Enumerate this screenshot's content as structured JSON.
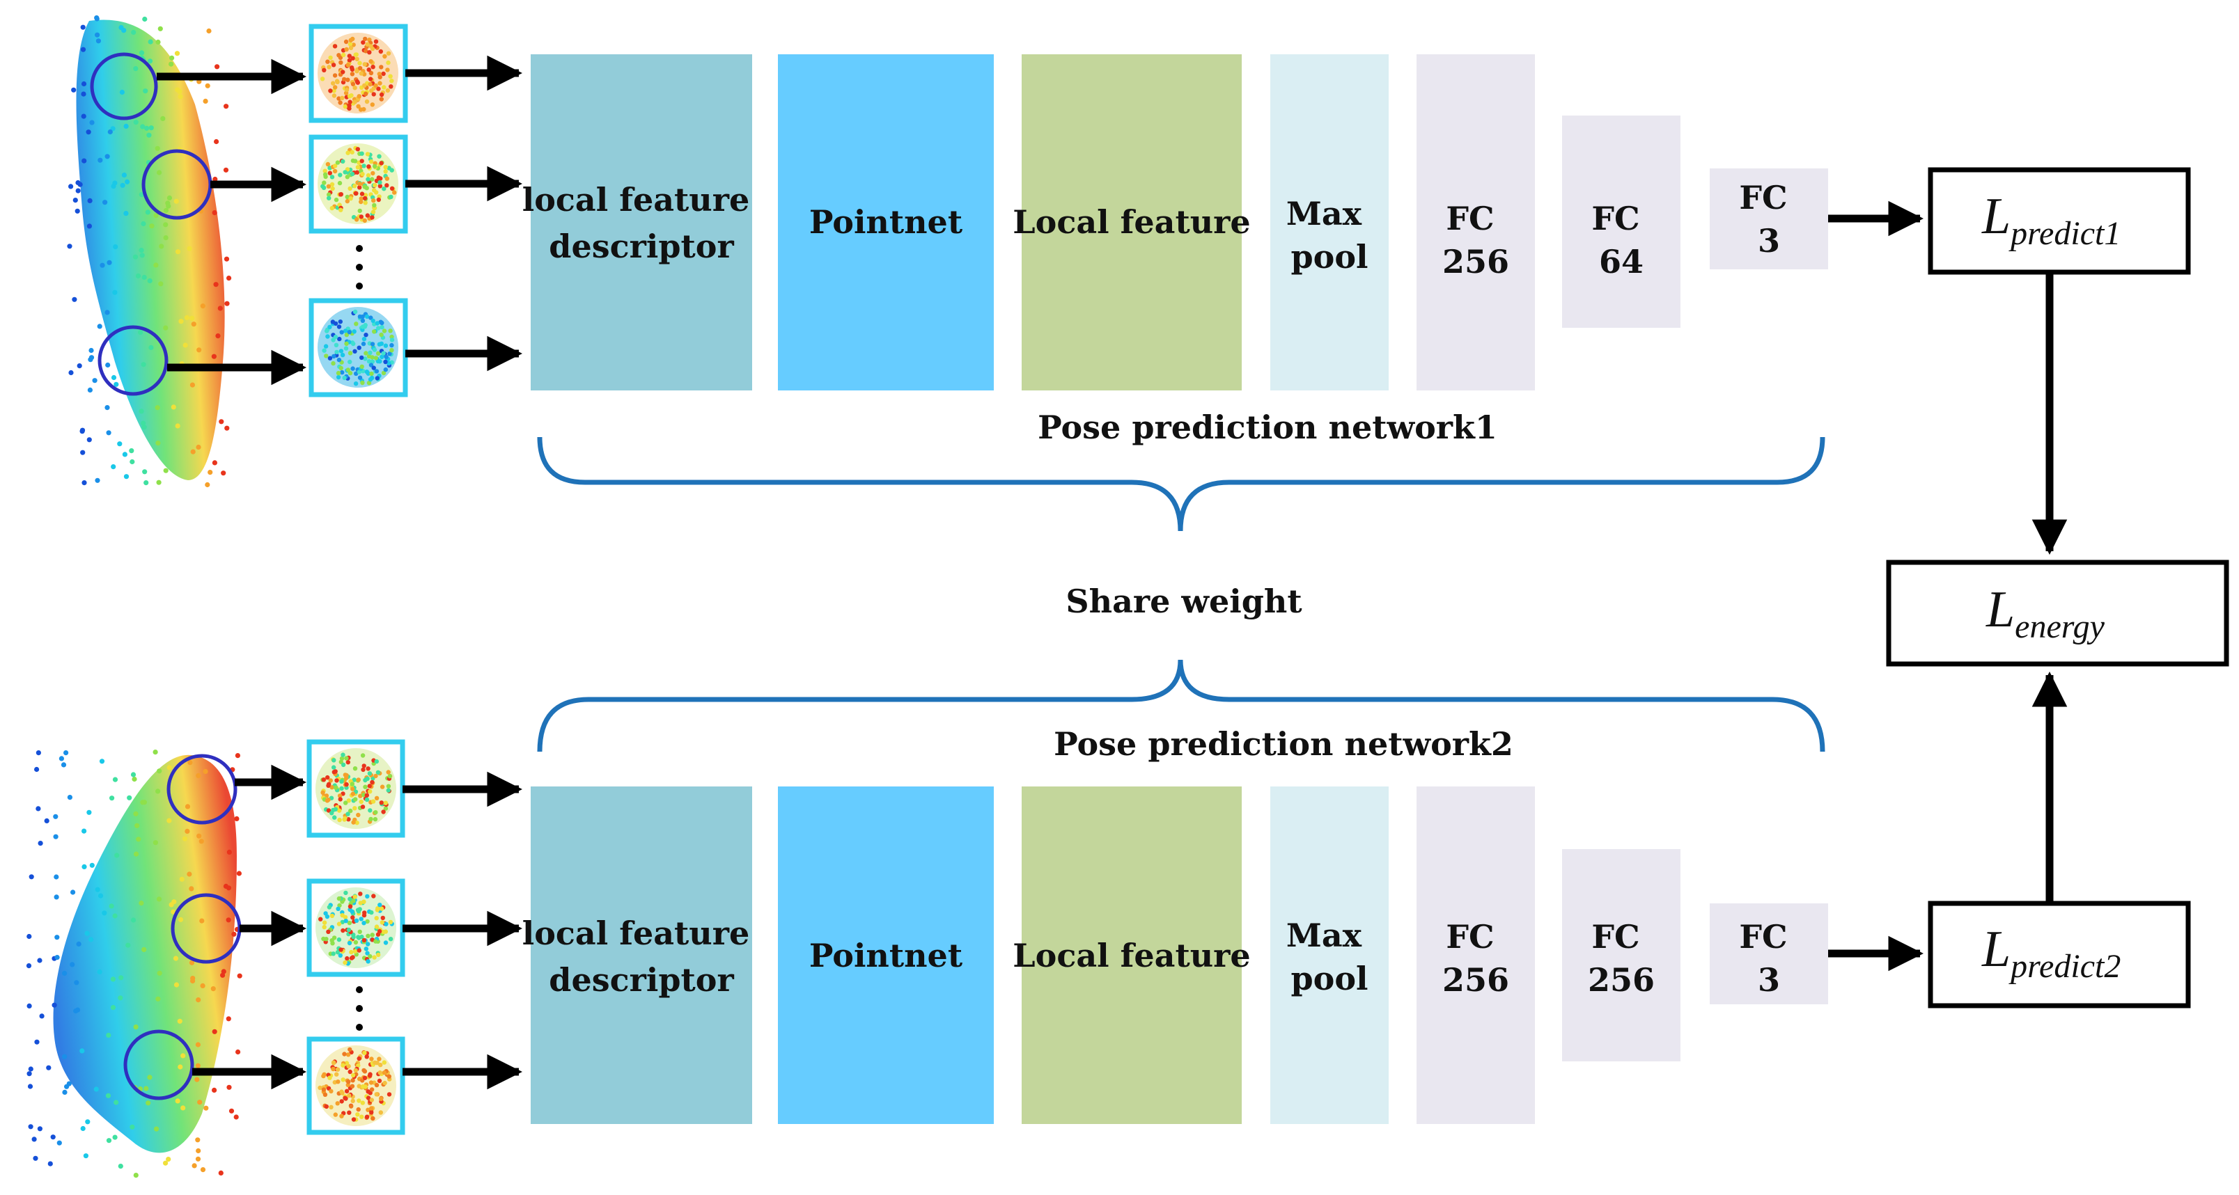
{
  "network1": {
    "label": "Pose prediction  network1",
    "blocks": {
      "descriptor": [
        "local feature",
        "descriptor"
      ],
      "pointnet": "Pointnet",
      "local_feature": "Local feature",
      "maxpool": [
        "Max",
        "pool"
      ],
      "fc1": [
        "FC",
        "256"
      ],
      "fc2": [
        "FC",
        "64"
      ],
      "fc3": [
        "FC",
        "3"
      ]
    },
    "loss": {
      "base": "L",
      "sub": "predict1"
    }
  },
  "network2": {
    "label": "Pose prediction  network2",
    "blocks": {
      "descriptor": [
        "local feature",
        "descriptor"
      ],
      "pointnet": "Pointnet",
      "local_feature": "Local feature",
      "maxpool": [
        "Max",
        "pool"
      ],
      "fc1": [
        "FC",
        "256"
      ],
      "fc2": [
        "FC",
        "256"
      ],
      "fc3": [
        "FC",
        "3"
      ]
    },
    "loss": {
      "base": "L",
      "sub": "predict2"
    }
  },
  "share_label": "Share weight",
  "energy_loss": {
    "base": "L",
    "sub": "energy"
  },
  "colors": {
    "descriptor": "#92ccd9",
    "pointnet": "#66ccff",
    "local_feature": "#c3d69b",
    "maxpool": "#daeef3",
    "fc": "#e9e7f0",
    "brace": "#1f72b8",
    "patch_border": "#33ccee",
    "circle": "#2f2fbf"
  }
}
